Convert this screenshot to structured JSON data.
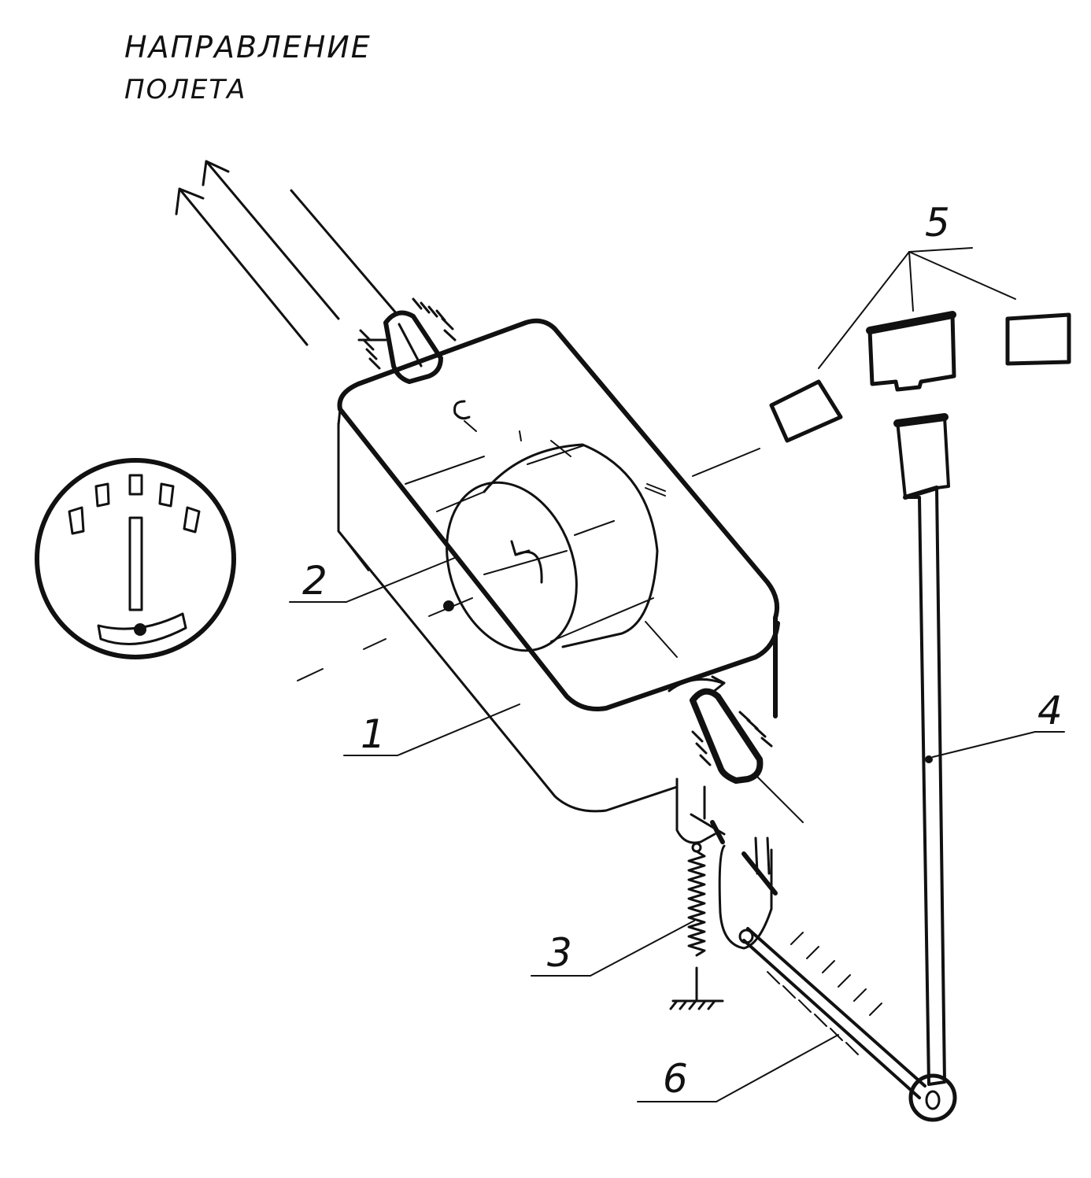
{
  "title": {
    "line1": "НАПРАВЛЕНИЕ",
    "line2": "ПОЛЕТА"
  },
  "callouts": {
    "c1": "1",
    "c2": "2",
    "c3": "3",
    "c4": "4",
    "c5": "5",
    "c6": "6"
  },
  "colors": {
    "ink": "#111111",
    "paper": "#ffffff"
  }
}
